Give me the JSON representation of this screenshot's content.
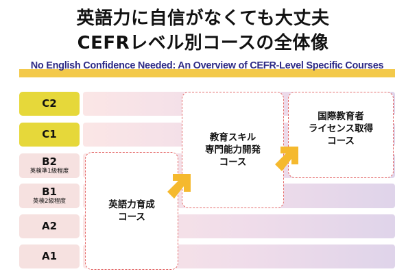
{
  "title_line1": "英語力に自信がなくても大丈夫",
  "title_line2": "CEFRレベル別コースの全体像",
  "subtitle": "No English Confidence Needed: An Overview of CEFR-Level Specific Courses",
  "levels": [
    {
      "code": "C2",
      "note": ""
    },
    {
      "code": "C1",
      "note": ""
    },
    {
      "code": "B2",
      "note": "英検準1級程度"
    },
    {
      "code": "B1",
      "note": "英検2級程度"
    },
    {
      "code": "A2",
      "note": ""
    },
    {
      "code": "A1",
      "note": ""
    }
  ],
  "courses": [
    {
      "lines": [
        "英語力育成",
        "コース"
      ]
    },
    {
      "lines": [
        "教育スキル",
        "専門能力開発",
        "コース"
      ]
    },
    {
      "lines": [
        "国際教育者",
        "ライセンス取得",
        "コース"
      ]
    }
  ],
  "colors": {
    "highlight": "#f3c94a",
    "subtitle_text": "#2e2b86",
    "label_high": "#e6d83a",
    "label_low": "#f6e1e0",
    "box_border": "#e46a6a",
    "arrow": "#f5b92e"
  }
}
